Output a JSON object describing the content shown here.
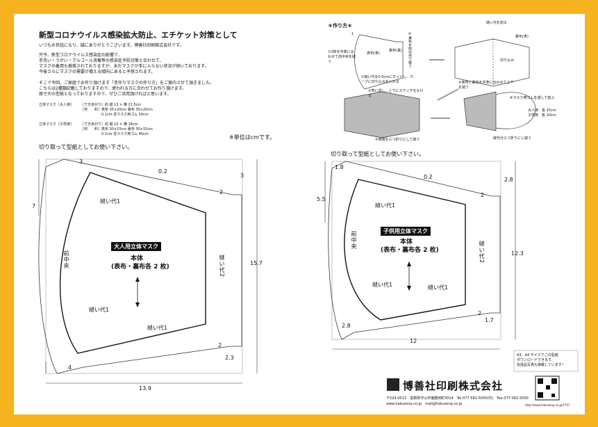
{
  "header": {
    "title": "新型コロナウイルス感染拡大防止、エチケット対策として",
    "greeting": "いつもお世話になり、誠にありがとうございます。博善社印刷株式会社です。",
    "para1": [
      "只今、新型コロナウイルス感染症の影響で、",
      "手洗い・うがい・アルコール消毒等の感染症予防対策と合わせて、",
      "マスクの着用も推奨されておりますが、未だマスクが手に入らない状況が続いております。",
      "今後さらにマスクの需要が増える傾向にあると予想されます。"
    ],
    "para2": [
      "そこで今回、ご家庭でお作り頂けます「手作りマスクの作り方」をご案内させて頂きました。",
      "こちらは2種類記載しておりますので、使われる方に合わせてお作り頂けます。",
      "原寸大の型紙となっておりますので、ぜひご活用頂ければと思います。"
    ]
  },
  "specs": {
    "adult": {
      "name": "立体マスク［大人用］",
      "finished": "［できあがり］約 縦 13 × 横 21.5cm",
      "material_label": "［材　　料］",
      "material1": "表布 35×20cm 裏布 35×20cm",
      "material2": "0.1cm 径マスク用ゴム 50cm"
    },
    "child": {
      "name": "立体マスク［子供用］",
      "finished": "［できあがり］約 縦 10 × 横 18cm",
      "material_label": "［材　　料］",
      "material1": "表布 30×15cm 裏布 30×15cm",
      "material2": "0.1cm 径マスク用ゴム 40cm"
    },
    "unit_note": "※単位はcmです。"
  },
  "howto": {
    "title": "＊作り方＊",
    "steps": [
      "①2枚を中表に合わせて前中央を縫う",
      "②縫い代を0.5cmにカットし、カーブに切り込みを入れる",
      "③表に返し、上下にステッチをかける",
      "④表布と裏布を中表に合わせて上下を縫う",
      "⑤両端を三つ折りにして縫う",
      "⑥マスク用ゴムを通して結ぶ"
    ],
    "labels": {
      "omote": "表布(表)",
      "ura": "裏布(裏)",
      "ura_side": "裏布(表)",
      "cut": "切り込み",
      "nuishiro": "縫い代を割る",
      "mitsuori": "縫代分三つ折りにし縫う",
      "adult_len": "大人用　各 25cm",
      "child_len": "子供用　各 20cm",
      "num1": "1",
      "wrong_note": "※裏布を前中央で縫う"
    }
  },
  "adult_pattern": {
    "cut_note": "切り取って型紙としてお使い下さい。",
    "badge": "大人用立体マスク",
    "body": "本体",
    "body_sub": "(表布・裏布各 2 枚)",
    "front_center": "前中央",
    "seam": "縫い代1",
    "seam2": "縫い代2",
    "d_3": "3",
    "d_02": "0.2",
    "d_2": "2",
    "d_7": "7",
    "d_157": "15.7",
    "d_23": "2.3",
    "d_4": "4",
    "d_139": "13.9"
  },
  "child_pattern": {
    "cut_note": "切り取って型紙としてお使い下さい。",
    "badge": "子供用立体マスク",
    "body": "本体",
    "body_sub": "(表布・裏布各 2 枚)",
    "front_center": "前中央",
    "seam": "縫い代1",
    "seam2": "縫い代2",
    "d_18": "1.8",
    "d_02": "0.2",
    "d_28": "2.8",
    "d_2": "2",
    "d_55": "5.5",
    "d_123": "12.3",
    "d_17": "1.7",
    "d_28b": "2.8",
    "d_12": "12"
  },
  "footer": {
    "company": "博善社印刷株式会社",
    "address": "〒524-0013　滋賀県守山市播磨田町3014　Tel.077-582-5050(代)　Fax.077-582-5050",
    "web": "www.hakuzenp.co.jp　mail@hakuzenp.co.jp",
    "qr_note1": "A3、A4 サイズでこの型紙",
    "qr_note2": "ダウンロードできます。",
    "qr_note3": "完成品写真も掲載しています！",
    "qr_url": "http://www.hakuzenp.co.jp/1757"
  }
}
